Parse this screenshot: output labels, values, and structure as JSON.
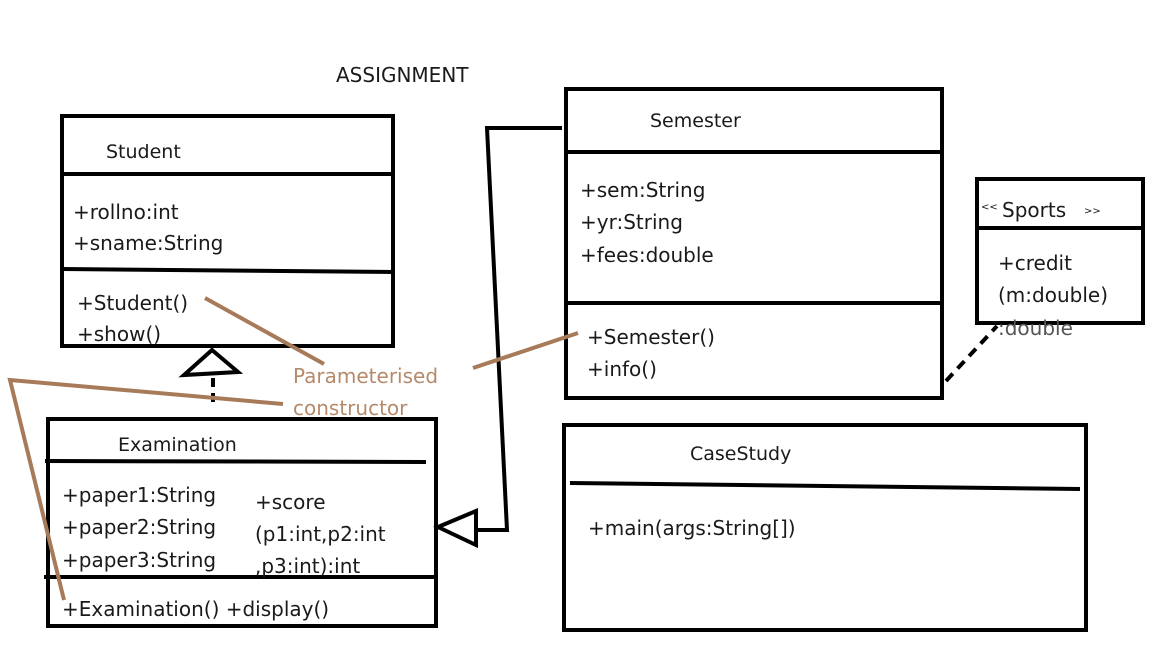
{
  "diagram_title": "ASSIGNMENT",
  "classes": {
    "student": {
      "name": "Student",
      "attributes": [
        "+rollno:int",
        "+sname:String"
      ],
      "methods": [
        "+Student()",
        "+show()"
      ]
    },
    "examination": {
      "name": "Examination",
      "attributes": [
        "+paper1:String",
        "+paper2:String",
        "+paper3:String"
      ],
      "score_method": [
        "+score",
        "(p1:int,p2:int",
        ",p3:int):int"
      ],
      "methods_row": "+Examination() +display()"
    },
    "semester": {
      "name": "Semester",
      "attributes": [
        "+sem:String",
        "+yr:String",
        "+fees:double"
      ],
      "methods": [
        "+Semester()",
        "+info()"
      ]
    },
    "sports": {
      "stereo_left": "<<",
      "name": "Sports",
      "stereo_right": ">>",
      "methods": [
        "+credit",
        "(m:double)",
        ":double"
      ]
    },
    "casestudy": {
      "name": "CaseStudy",
      "methods": [
        "+main(args:String[])"
      ]
    }
  },
  "annotation": {
    "lines": [
      "Parameterised",
      "constructor"
    ],
    "color": "#b58a6b"
  }
}
